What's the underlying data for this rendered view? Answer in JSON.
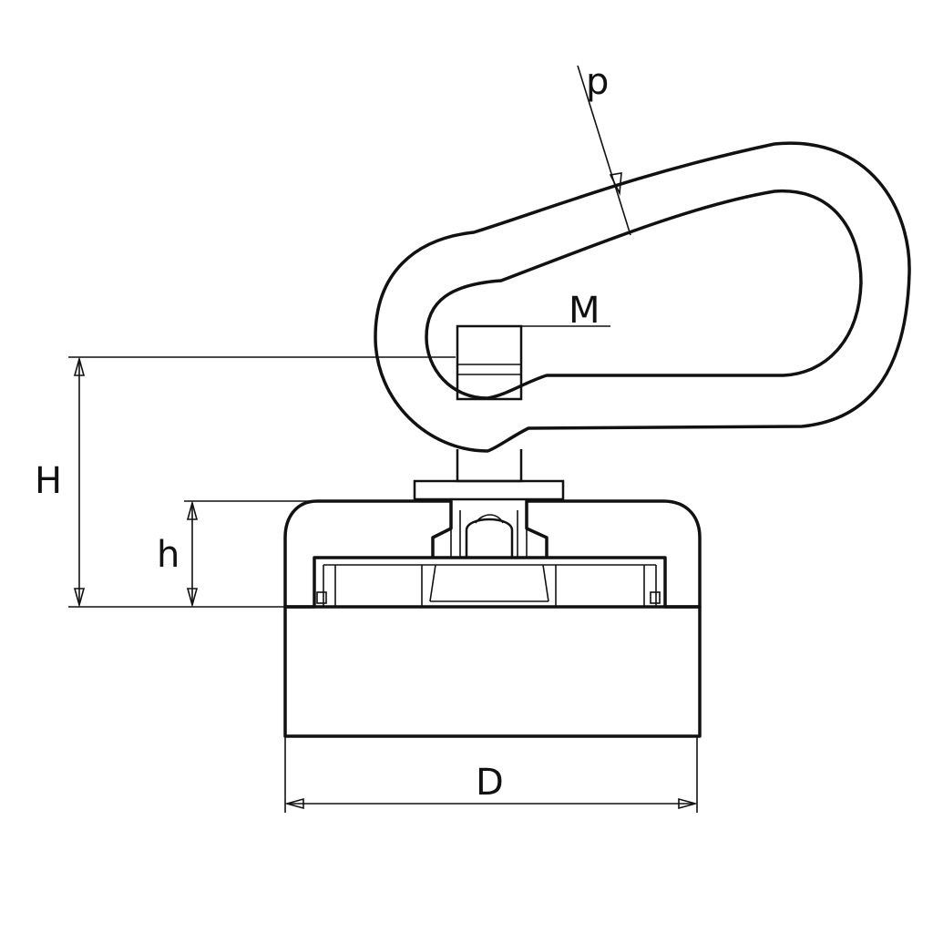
{
  "labels": {
    "p": "p",
    "M": "M",
    "H": "H",
    "h": "h",
    "D": "D"
  },
  "colors": {
    "line": "#111111",
    "background": "#ffffff"
  }
}
